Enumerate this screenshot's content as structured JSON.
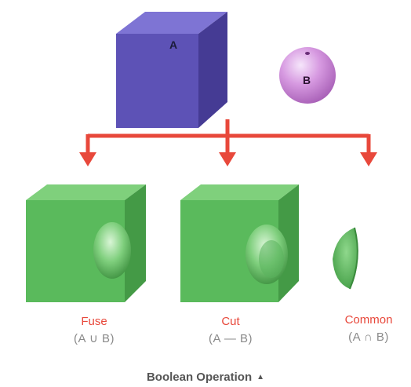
{
  "inputs": {
    "cube_label": "A",
    "sphere_label": "B"
  },
  "operations": [
    {
      "name": "Fuse",
      "formula": "(A ∪ B)"
    },
    {
      "name": "Cut",
      "formula": "(A — B)"
    },
    {
      "name": "Common",
      "formula": "(A ∩ B)"
    }
  ],
  "caption": "Boolean Operation",
  "caption_icon": "triangle-up-icon",
  "colors": {
    "cube_a": "#5d52b6",
    "sphere_b": "#cc8ad6",
    "result_green": "#5aba5c",
    "arrow_red": "#e8483b",
    "op_name": "#e8483b",
    "formula_gray": "#8a8a8a"
  }
}
